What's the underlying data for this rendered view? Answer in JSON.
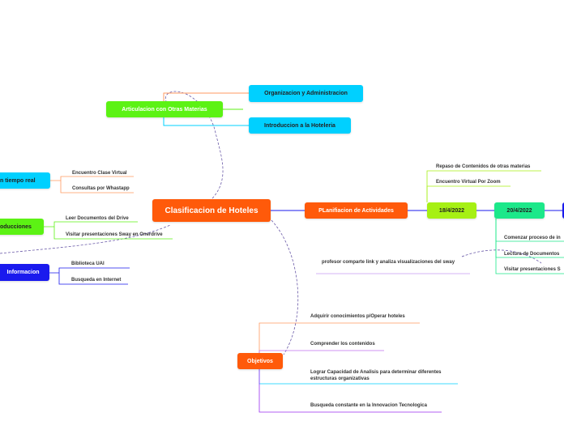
{
  "colors": {
    "central": "#ff5a0a",
    "green": "#5cf214",
    "cyan": "#00d0ff",
    "blue": "#1a1aee",
    "yellowgreen": "#a6f014",
    "teal": "#1ce88a",
    "purple": "#9a2ef0"
  },
  "central": {
    "label": "Clasificacion de Hoteles"
  },
  "articulacion": {
    "label": "Articulacion con Otras Materias",
    "children": [
      "Organizacion y Administracion",
      "Introduccion a la Hoteleria"
    ]
  },
  "tiempo_real": {
    "label": "n tiempo real",
    "children": [
      "Encuentro Clase Virtual",
      "Consultas por Whastapp"
    ]
  },
  "producciones": {
    "label": "oducciones",
    "children": [
      "Leer Documentos del Drive",
      "Visitar presentaciones Sway en Onerdrive"
    ]
  },
  "informacion": {
    "label": "Informacion",
    "children": [
      "Biblioteca UAI",
      "Busqueda en Internet"
    ]
  },
  "planificacion": {
    "label": "PLanifiacion de Actividades"
  },
  "fecha1": {
    "label": "18/4/2022",
    "children": [
      "Repaso de Contenidos de otras materias",
      "Encuentro Virtual Por Zoom"
    ]
  },
  "fecha2": {
    "label": "20/4/2022",
    "children": [
      "Comenzar proceso de in",
      "Lectura de Documentos",
      "Visitar presentaciones S"
    ]
  },
  "nota": "profesor comparte link y analiza visualizaciones del sway",
  "objetivos": {
    "label": "Objetivos",
    "children": [
      "Adquirir conocimientos p/Operar hoteles",
      "Comprender los contenidos",
      "Lograr Capacidad de Analisis para determinar diferentes estructuras organizativas",
      "Busqueda constante en la Innovacion Tecnologica"
    ]
  }
}
